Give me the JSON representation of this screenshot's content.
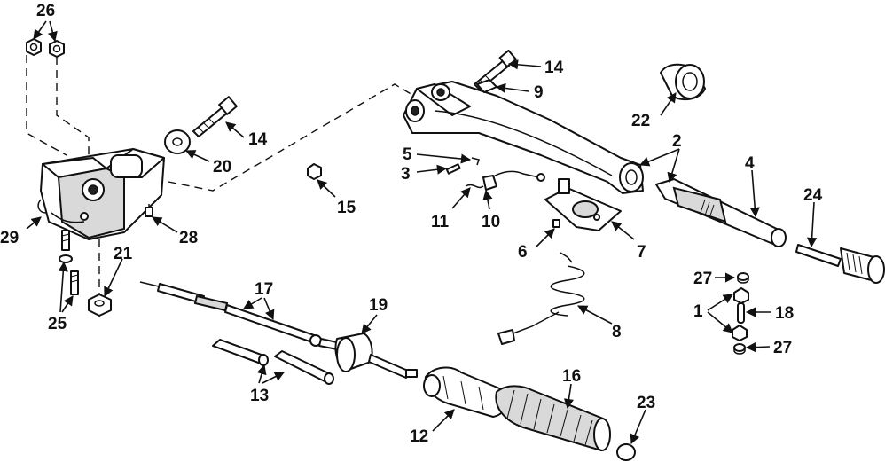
{
  "callouts": {
    "c1": "1",
    "c2": "2",
    "c3": "3",
    "c4": "4",
    "c5": "5",
    "c6": "6",
    "c7": "7",
    "c8": "8",
    "c9": "9",
    "c10": "10",
    "c11": "11",
    "c12": "12",
    "c13": "13",
    "c14a": "14",
    "c14b": "14",
    "c15": "15",
    "c16": "16",
    "c17": "17",
    "c18": "18",
    "c19": "19",
    "c20": "20",
    "c21": "21",
    "c22": "22",
    "c23": "23",
    "c24": "24",
    "c25": "25",
    "c26": "26",
    "c27a": "27",
    "c27b": "27",
    "c28": "28",
    "c29": "29"
  }
}
